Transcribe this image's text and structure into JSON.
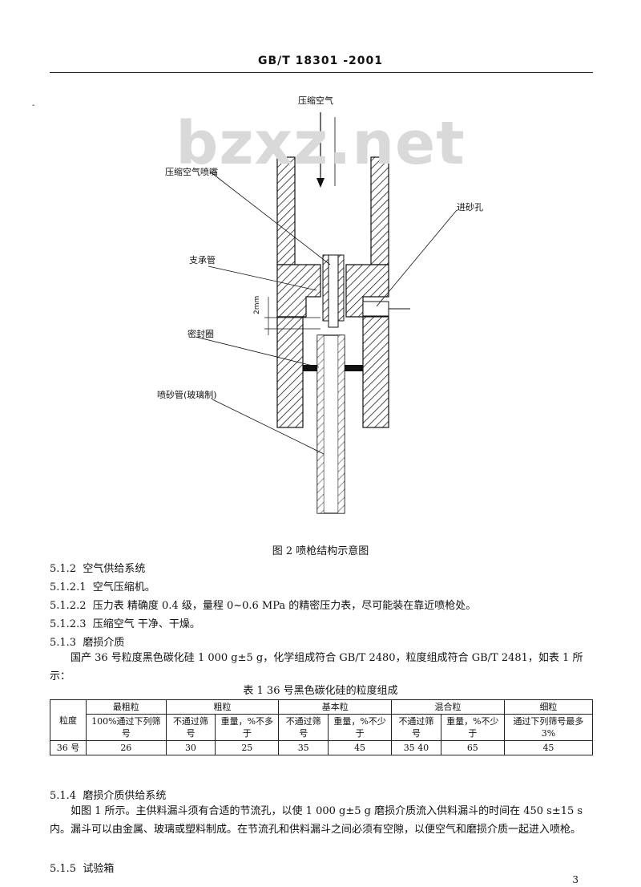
{
  "header": "GB/T 18301 -2001",
  "watermark": "bzxz.net",
  "figure": {
    "labels": {
      "compressed_air": "压缩空气",
      "air_nozzle": "压缩空气喷嘴",
      "sand_inlet": "进砂孔",
      "support_tube": "支承管",
      "dim_2mm": "2mm",
      "seal_ring": "密封圈",
      "sand_tube": "喷砂管(玻璃制)"
    },
    "caption": "图 2  喷枪结构示意图"
  },
  "sections": [
    {
      "num": "5.1.2",
      "text": "空气供给系统"
    },
    {
      "num": "5.1.2.1",
      "text": "空气压缩机。"
    },
    {
      "num": "5.1.2.2",
      "text": "压力表  精确度 0.4 级，量程 0~0.6 MPa 的精密压力表，尽可能装在靠近喷枪处。"
    },
    {
      "num": "5.1.2.3",
      "text": "压缩空气  干净、干燥。"
    },
    {
      "num": "5.1.3",
      "text": "磨损介质"
    }
  ],
  "para_513": "国产 36 号粒度黑色碳化硅 1 000 g±5 g，化学组成符合 GB/T 2480，粒度组成符合 GB/T 2481，如表 1 所示：",
  "table": {
    "caption": "表 1  36 号黑色碳化硅的粒度组成",
    "row_head": "粒度",
    "groups": [
      "最粗粒",
      "粗粒",
      "基本粒",
      "混合粒",
      "细粒"
    ],
    "subheads": [
      "100%通过下列筛号",
      "不通过筛  号",
      "重量，%不多于",
      "不通过筛  号",
      "重量，%不少于",
      "不通过筛  号",
      "重量，%不少于",
      "通过下列筛号最多 3%"
    ],
    "row": [
      "36 号",
      "26",
      "30",
      "25",
      "35",
      "45",
      "35  40",
      "65",
      "45"
    ]
  },
  "sec_514": {
    "num": "5.1.4",
    "text": "磨损介质供给系统"
  },
  "para_514": "如图 1 所示。主供料漏斗须有合适的节流孔，以使 1 000 g±5 g 磨损介质流入供料漏斗的时间在 450 s±15 s 内。漏斗可以由金属、玻璃或塑料制成。在节流孔和供料漏斗之间必须有空隙，以便空气和磨损介质一起进入喷枪。",
  "sec_515": {
    "num": "5.1.5",
    "text": "试验箱"
  },
  "page_number": "3"
}
